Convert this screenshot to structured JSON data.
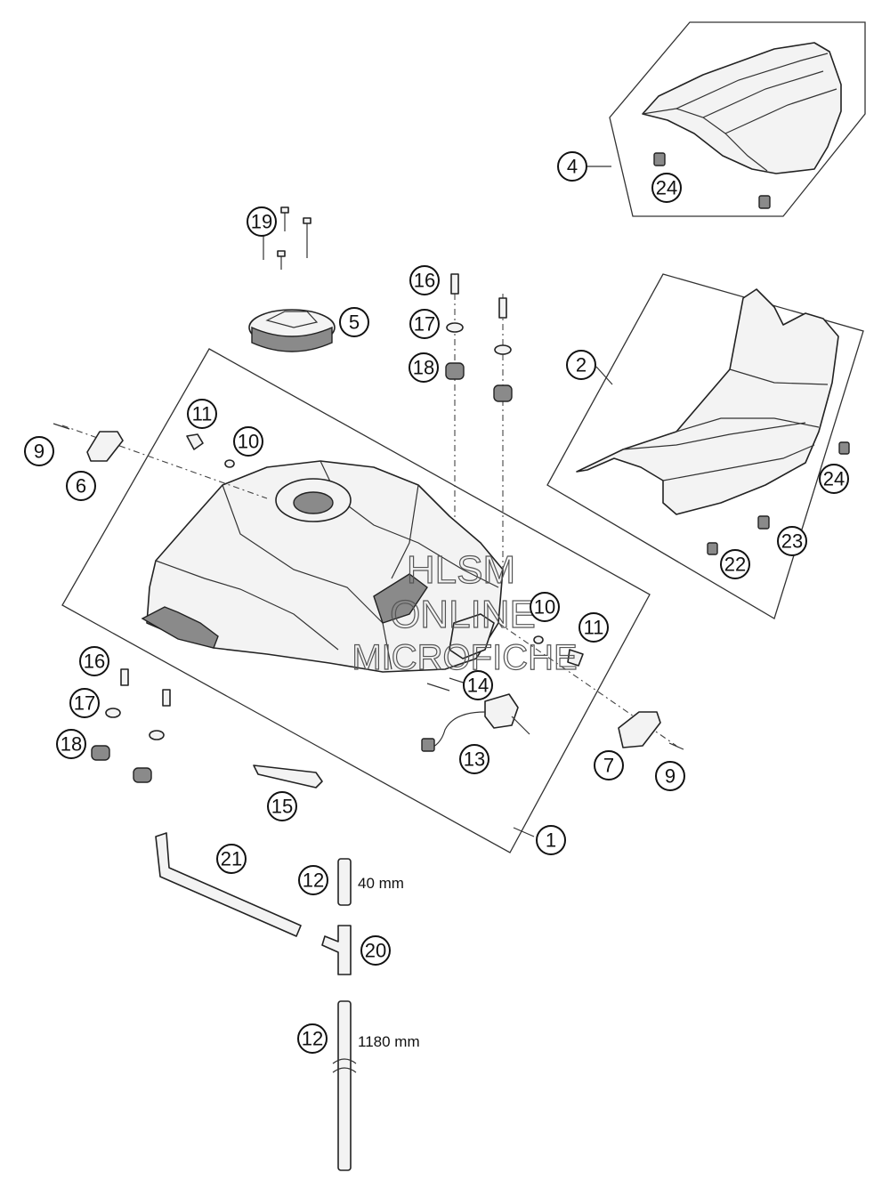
{
  "callouts": {
    "c1": "1",
    "c2": "2",
    "c4": "4",
    "c5": "5",
    "c6": "6",
    "c7": "7",
    "c9a": "9",
    "c9b": "9",
    "c10a": "10",
    "c10b": "10",
    "c11a": "11",
    "c11b": "11",
    "c12a": "12",
    "c12b": "12",
    "c13": "13",
    "c14": "14",
    "c15": "15",
    "c16a": "16",
    "c16b": "16",
    "c17a": "17",
    "c17b": "17",
    "c18a": "18",
    "c18b": "18",
    "c19": "19",
    "c20": "20",
    "c21": "21",
    "c22": "22",
    "c23": "23",
    "c24a": "24",
    "c24b": "24"
  },
  "dimensions": {
    "hose_short": "40 mm",
    "hose_long": "1180 mm"
  },
  "watermark": {
    "line1": "HLSM",
    "line2": "ONLINE",
    "line3": "MICROFICHE"
  }
}
